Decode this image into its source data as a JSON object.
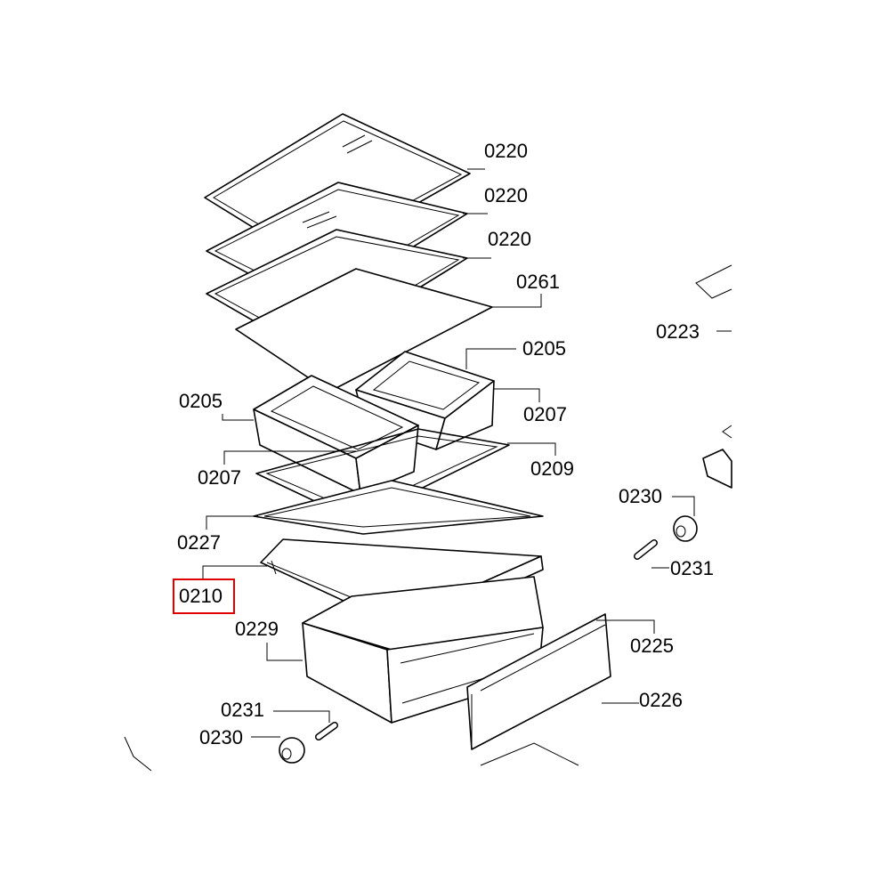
{
  "diagram": {
    "labels": {
      "shelf_1": "0220",
      "shelf_2": "0220",
      "shelf_3": "0220",
      "plate": "0261",
      "drawer_right": "0205",
      "drawer_left": "0205",
      "divider_right": "0207",
      "divider_left": "0207",
      "frame": "0209",
      "glass_cover": "0227",
      "cover_frame": "0210",
      "crisper": "0229",
      "front_trim": "0225",
      "front_panel": "0226",
      "pin_left": "0231",
      "roller_left": "0230",
      "roller_right": "0230",
      "pin_right": "0231",
      "side_part": "0223"
    },
    "highlighted": "0210",
    "highlight_color": "#e00000"
  }
}
